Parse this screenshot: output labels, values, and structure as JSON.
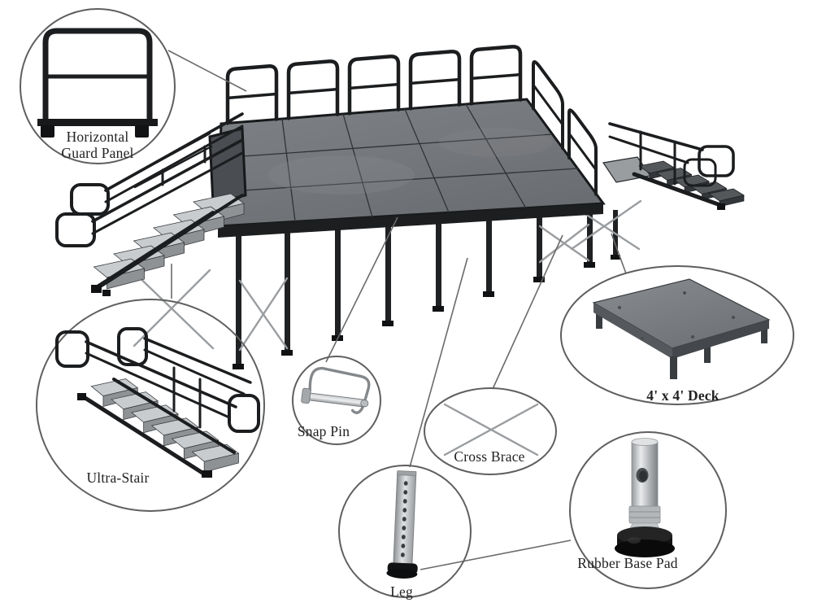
{
  "diagram_kind": "stage-parts-callout-diagram",
  "parts": [
    {
      "id": "horizontal-guard-panel",
      "label": "Horizontal Guard Panel",
      "lines": [
        "Horizontal",
        "Guard Panel"
      ]
    },
    {
      "id": "ultra-stair",
      "label": "Ultra-Stair"
    },
    {
      "id": "snap-pin",
      "label": "Snap Pin"
    },
    {
      "id": "cross-brace",
      "label": "Cross Brace"
    },
    {
      "id": "deck-4x4",
      "label": "4' x 4' Deck"
    },
    {
      "id": "leg",
      "label": "Leg"
    },
    {
      "id": "rubber-base-pad",
      "label": "Rubber Base Pad"
    }
  ],
  "colors": {
    "background": "#ffffff",
    "label": "#222222",
    "circle_stroke": "#5f5f5f",
    "line_stroke": "#6a6a6a",
    "outline_dark": "#1b1d1f",
    "deck_top": "#797c80",
    "deck_line": "#303336",
    "tread_light": "#c9ccce",
    "tread_shadow": "#8f9295",
    "brace_gray": "#9a9da0",
    "rubber_black": "#121212",
    "metal_light": "#d6d8da"
  }
}
